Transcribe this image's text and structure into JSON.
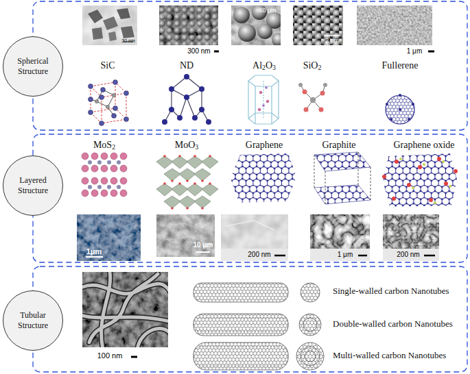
{
  "diagram": {
    "nodes": [
      {
        "text": [
          "Spherical Structure"
        ]
      },
      {
        "text": [
          "Layered Structure"
        ]
      },
      {
        "text": [
          "Tubular Structure"
        ]
      }
    ],
    "labels": [
      "30 nm",
      "300 nm",
      "60 μm",
      "2 μm",
      "1 μm",
      "SiC",
      "ND",
      "Al2O3",
      "SiO2",
      "Fullerene",
      "MoS2",
      "MoO3",
      "Graphene",
      "Graphite",
      "Graphene oxide",
      "1μm",
      "10 μm",
      "200 nm",
      "1 μm",
      "200 nm",
      "100 nm",
      "Single-walled carbon Nanotubes",
      "Double-walled carbon Nanotubes",
      "Multi-walled carbon Nanotubes"
    ]
  }
}
